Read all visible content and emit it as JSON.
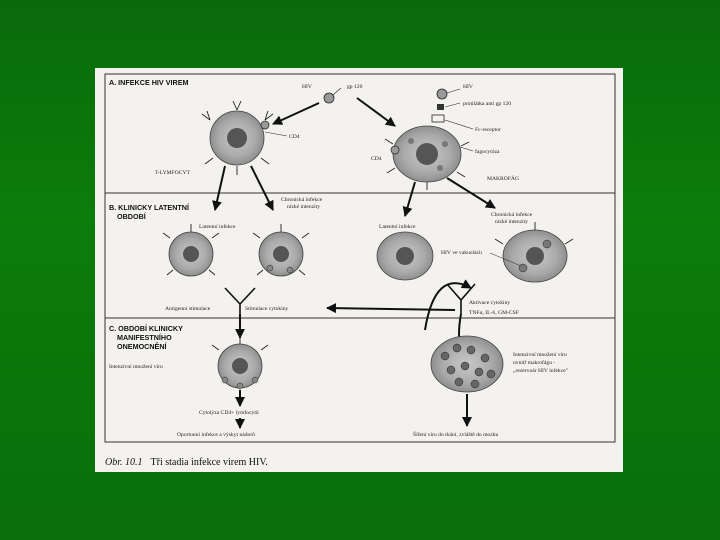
{
  "figure": {
    "sections": {
      "a": "A. INFEKCE HIV VIREM",
      "b_line1": "B. KLINICKY LATENTNÍ",
      "b_line2": "OBDOBÍ",
      "c_line1": "C. OBDOBÍ KLINICKY",
      "c_line2": "MANIFESTNÍHO",
      "c_line3": "ONEMOCNĚNÍ"
    },
    "labels": {
      "hiv_left": "HIV",
      "gp120": "gp 120",
      "hiv_right": "HIV",
      "antibody": "protilátka anti gp 120",
      "fc_receptor": "Fc-receptor",
      "phagocytosis": "fagocytóza",
      "cd4_left": "CD4",
      "cd4_right": "CD4",
      "t_lymphocyte": "T-LYMFOCYT",
      "macrophage": "MAKROFÁG",
      "latent_infection_l": "Latentní infekce",
      "chronic_l_1": "Chronická infekce",
      "chronic_l_2": "nízké intenzity",
      "latent_infection_r": "Latentní infekce",
      "chronic_r_1": "Chronická infekce",
      "chronic_r_2": "nízké intenzity",
      "hiv_vacuoles": "HIV ve vakuolách",
      "antigen_stimulation": "Antigenní stimulace",
      "cytokine_stimulation": "Stimulace cytokiny",
      "cytokine_activation_1": "Aktivace cytokiny",
      "cytokine_activation_2": "TNFα, IL-6, GM-CSF",
      "intense_replication_l": "Intenzivní množení viru",
      "intense_macro_1": "Intenzivní množení viru",
      "intense_macro_2": "uvnitř makrofágu -",
      "intense_macro_3": "„rezervoár HIV infekce\"",
      "cytolysis": "Cytolýza CD4+ lymfocytů",
      "opportunistic": "Oportunní infekce a výskyt nádorů",
      "spread": "Šíření viru do tkání, zvláště do mozku"
    },
    "caption": {
      "prefix": "Obr. 10.1",
      "text": "Tři stadia infekce virem HIV."
    }
  }
}
